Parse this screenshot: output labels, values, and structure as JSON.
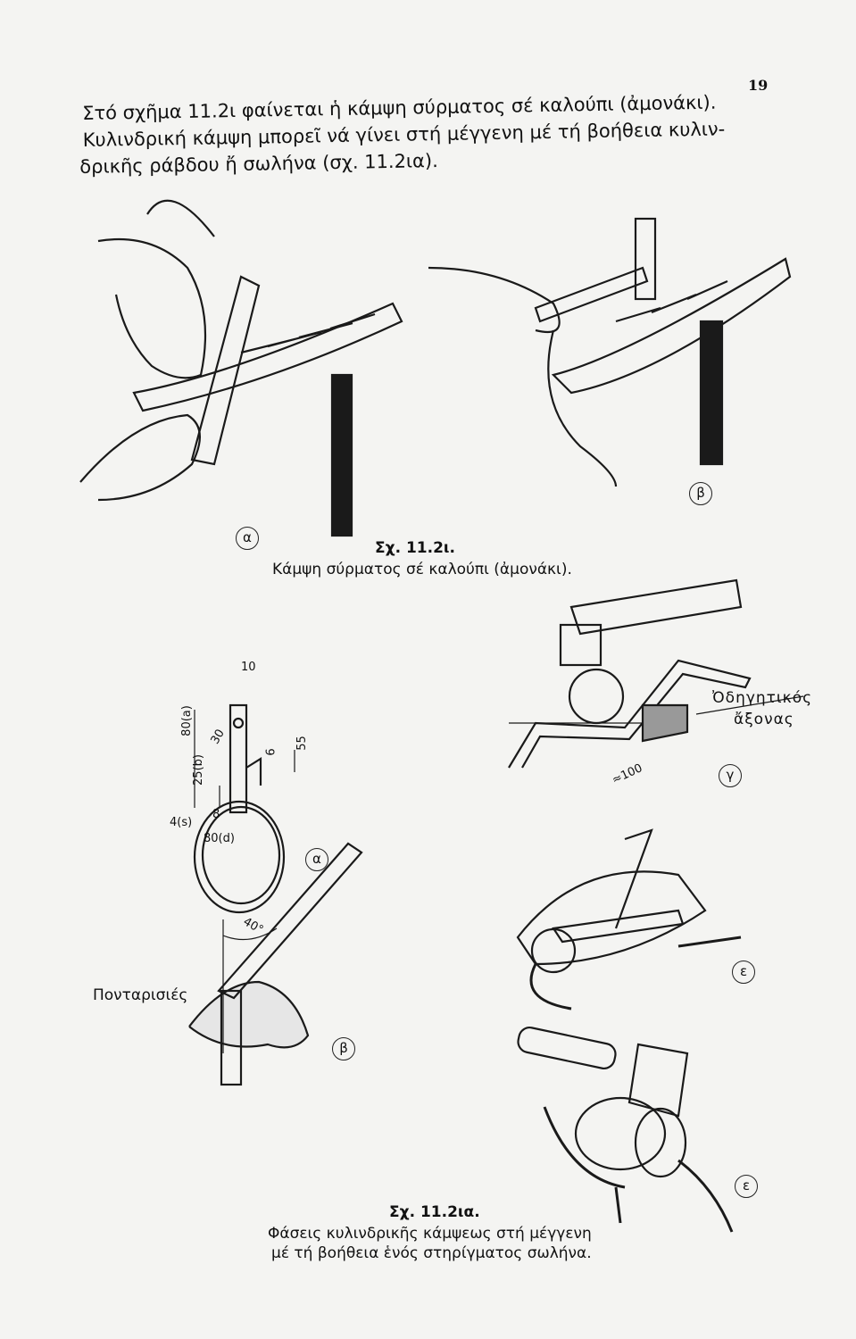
{
  "page_number": "19",
  "paragraph": [
    "Στό σχῆμα 11.2ι φαίνεται ἡ κάμψη σύρματος σέ καλούπι (ἀμονάκι).",
    "Κυλινδρική κάμψη μπορεῖ νά γίνει στή μέγγενη μέ τή βοήθεια κυλιν-",
    "δρικῆς ράβδου ἤ σωλήνα (σχ. 11.2ια)."
  ],
  "figure_1": {
    "number": "Σχ. 11.2ι.",
    "caption": "Κάμψη σύρματος σέ καλούπι (ἀμονάκι).",
    "markers": [
      "α",
      "β"
    ]
  },
  "figure_2": {
    "number": "Σχ. 11.2ια.",
    "caption_lines": [
      "Φάσεις κυλινδρικῆς κάμψεως στή μέγγενη",
      "μέ τή βοήθεια ἑνός στηρίγματος σωλήνα."
    ],
    "markers": [
      "α",
      "β",
      "γ",
      "ε",
      "ε"
    ],
    "labels": {
      "guide_axis_1": "Ὀδηγητικός",
      "guide_axis_2": "ἄξονας",
      "spot_welds": "Πονταρισιές",
      "angle": "40°"
    },
    "dimensions": [
      "10",
      "80(a)",
      "30",
      "6",
      "55",
      "25(b)",
      "8",
      "4(s)",
      "80(d)",
      "≈100"
    ]
  }
}
